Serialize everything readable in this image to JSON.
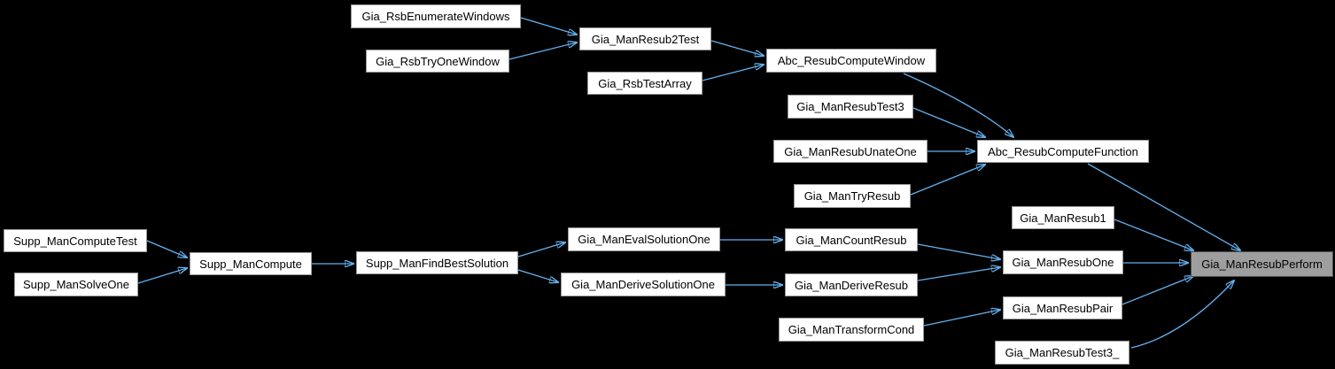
{
  "diagram": {
    "type": "caller-graph",
    "highlighted_node": "Gia_ManResubPerform",
    "colors": {
      "background": "#000000",
      "node_fill": "#ffffff",
      "node_border": "#9a9a9a",
      "node_text": "#000000",
      "highlight_fill": "#9e9e9e",
      "highlight_border": "#4c4c4c",
      "edge": "#63b1ef"
    },
    "nodes": [
      {
        "label": "Gia_RsbEnumerateWindows"
      },
      {
        "label": "Gia_RsbTryOneWindow"
      },
      {
        "label": "Gia_ManResub2Test"
      },
      {
        "label": "Gia_RsbTestArray"
      },
      {
        "label": "Abc_ResubComputeWindow"
      },
      {
        "label": "Gia_ManResubTest3"
      },
      {
        "label": "Gia_ManResubUnateOne"
      },
      {
        "label": "Gia_ManTryResub"
      },
      {
        "label": "Abc_ResubComputeFunction"
      },
      {
        "label": "Gia_ManResub1"
      },
      {
        "label": "Supp_ManComputeTest"
      },
      {
        "label": "Supp_ManSolveOne"
      },
      {
        "label": "Supp_ManCompute"
      },
      {
        "label": "Supp_ManFindBestSolution"
      },
      {
        "label": "Gia_ManEvalSolutionOne"
      },
      {
        "label": "Gia_ManDeriveSolutionOne"
      },
      {
        "label": "Gia_ManCountResub"
      },
      {
        "label": "Gia_ManDeriveResub"
      },
      {
        "label": "Gia_ManTransformCond"
      },
      {
        "label": "Gia_ManResubOne"
      },
      {
        "label": "Gia_ManResubPair"
      },
      {
        "label": "Gia_ManResubTest3_"
      },
      {
        "label": "Gia_ManResubPerform"
      }
    ],
    "edges": [
      {
        "from": "Gia_RsbEnumerateWindows",
        "to": "Gia_ManResub2Test"
      },
      {
        "from": "Gia_RsbTryOneWindow",
        "to": "Gia_ManResub2Test"
      },
      {
        "from": "Gia_ManResub2Test",
        "to": "Abc_ResubComputeWindow"
      },
      {
        "from": "Gia_RsbTestArray",
        "to": "Abc_ResubComputeWindow"
      },
      {
        "from": "Abc_ResubComputeWindow",
        "to": "Abc_ResubComputeFunction"
      },
      {
        "from": "Gia_ManResubTest3",
        "to": "Abc_ResubComputeFunction"
      },
      {
        "from": "Gia_ManResubUnateOne",
        "to": "Abc_ResubComputeFunction"
      },
      {
        "from": "Gia_ManTryResub",
        "to": "Abc_ResubComputeFunction"
      },
      {
        "from": "Abc_ResubComputeFunction",
        "to": "Gia_ManResubPerform"
      },
      {
        "from": "Gia_ManResub1",
        "to": "Gia_ManResubPerform"
      },
      {
        "from": "Gia_ManResubOne",
        "to": "Gia_ManResubPerform"
      },
      {
        "from": "Gia_ManResubPair",
        "to": "Gia_ManResubPerform"
      },
      {
        "from": "Gia_ManResubTest3_",
        "to": "Gia_ManResubPerform"
      },
      {
        "from": "Supp_ManComputeTest",
        "to": "Supp_ManCompute"
      },
      {
        "from": "Supp_ManSolveOne",
        "to": "Supp_ManCompute"
      },
      {
        "from": "Supp_ManCompute",
        "to": "Supp_ManFindBestSolution"
      },
      {
        "from": "Supp_ManFindBestSolution",
        "to": "Gia_ManEvalSolutionOne"
      },
      {
        "from": "Supp_ManFindBestSolution",
        "to": "Gia_ManDeriveSolutionOne"
      },
      {
        "from": "Gia_ManEvalSolutionOne",
        "to": "Gia_ManCountResub"
      },
      {
        "from": "Gia_ManDeriveSolutionOne",
        "to": "Gia_ManDeriveResub"
      },
      {
        "from": "Gia_ManCountResub",
        "to": "Gia_ManResubOne"
      },
      {
        "from": "Gia_ManDeriveResub",
        "to": "Gia_ManResubOne"
      },
      {
        "from": "Gia_ManTransformCond",
        "to": "Gia_ManResubPair"
      }
    ]
  }
}
